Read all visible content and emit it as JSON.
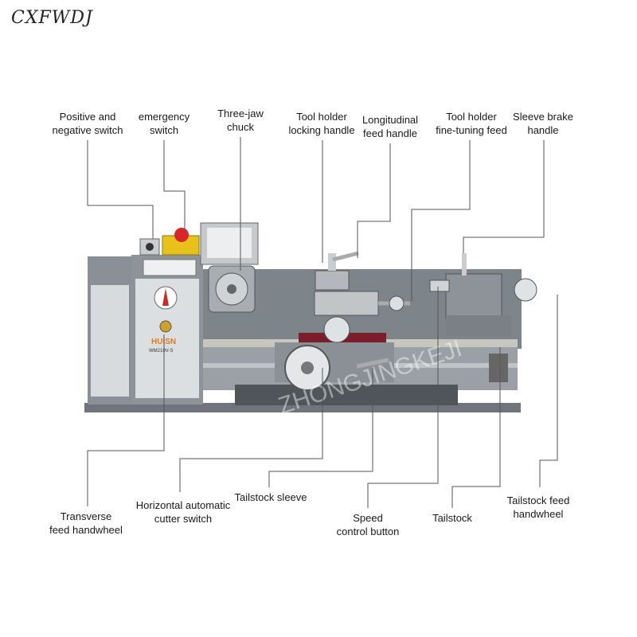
{
  "brand": "CXFWDJ",
  "watermark": "ZHONGJINGKEJI",
  "machine": {
    "logo": "HUISN",
    "model": "WM210V-S"
  },
  "labels": {
    "positive_negative_switch": "Positive and\nnegative switch",
    "emergency_switch": "emergency\nswitch",
    "three_jaw_chuck": "Three-jaw\nchuck",
    "tool_holder_locking_handle": "Tool holder\nlocking handle",
    "longitudinal_feed_handle": "Longitudinal\nfeed handle",
    "tool_holder_fine_tuning_feed": "Tool holder\nfine-tuning feed",
    "sleeve_brake_handle": "Sleeve brake\nhandle",
    "transverse_feed_handwheel": "Transverse\nfeed handwheel",
    "horizontal_automatic_cutter_switch": "Horizontal automatic\ncutter switch",
    "tailstock_sleeve": "Tailstock sleeve",
    "speed_control_button": "Speed\ncontrol button",
    "tailstock": "Tailstock",
    "tailstock_feed_handwheel": "Tailstock feed\nhandwheel"
  },
  "colors": {
    "machine_body": "#8a9096",
    "panel": "#d9dde0",
    "emergency_yellow": "#e8c21a",
    "emergency_red": "#d6282b",
    "rail": "#b9b9b4",
    "carriage_red": "#7a1e2c"
  }
}
